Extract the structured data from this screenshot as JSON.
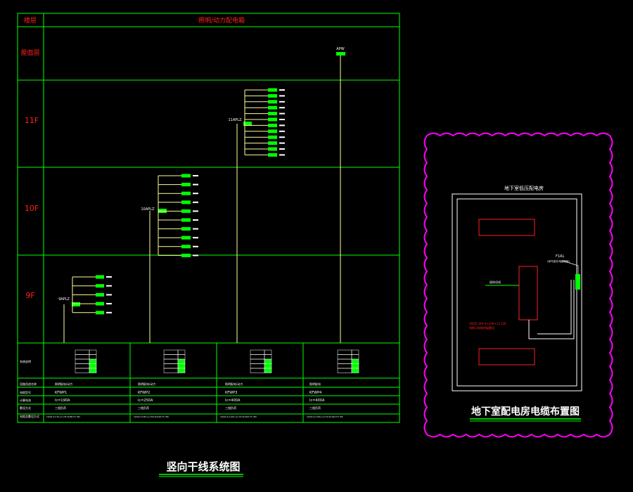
{
  "colors": {
    "background": "#000000",
    "grid": "#00ff00",
    "header_text": "#ff2020",
    "floor_text": "#ff2020",
    "feeder": "#ffff99",
    "breaker_fill": "#00ff00",
    "small_text": "#ffffff",
    "room_outline": "#ffffff",
    "equipment": "#ff2020",
    "cloud": "#ff00ff",
    "title": "#ffffff",
    "title_underline": "#00ff00"
  },
  "riser": {
    "header": {
      "floor_column": "楼层",
      "main_column": "照明/动力配电箱"
    },
    "floors": [
      {
        "label": "屋面层"
      },
      {
        "label": "11F"
      },
      {
        "label": "10F"
      },
      {
        "label": "9F"
      }
    ],
    "panels": [
      {
        "label": "APW"
      },
      {
        "label": "11APLZ"
      },
      {
        "label": "10APLZ"
      },
      {
        "label": "9APLZ"
      }
    ],
    "bottom_rows": [
      {
        "label": "系统说明",
        "cells": [
          "",
          "",
          "",
          ""
        ]
      },
      {
        "label": "回路用途名称",
        "cells": [
          "照明配电/动力",
          "照明配电/动力",
          "照明配电/动力",
          "照明配电"
        ]
      },
      {
        "label": "电缆型号",
        "cells": [
          "KFWP1",
          "KFWP2",
          "KFWP3",
          "KFWP4"
        ]
      },
      {
        "label": "计算电流",
        "cells": [
          "Ic=190A",
          "Ic=250A",
          "Ic=400A",
          "Ic=400A"
        ]
      },
      {
        "label": "敷设方式",
        "cells": [
          "三相负荷",
          "三相负荷",
          "三相负荷",
          "三相负荷"
        ]
      },
      {
        "label": "电缆及敷设方式",
        "cells": [
          "YJV22-4×70+1×35 SC80 FC WC",
          "YJV22-4×95+1×50 SC100 FC WC",
          "YJV22-4×120+1×70 SC100 FC WC",
          "YJV22-4×150+1×70 SC100 FC WC"
        ]
      }
    ],
    "title": "竖向干线系统图"
  },
  "basement": {
    "room_label": "地下室低压配电房",
    "feeder_label": "F1AL",
    "feeder_note": "(电气竖井/电缆桥架)",
    "arrow_label": "接地母线",
    "cable_note_1": "YJV22-1KV-4×240+1×120",
    "cable_note_2": "电缆沿电缆桥架敷设",
    "title": "地下室配电房电缆布置图"
  }
}
